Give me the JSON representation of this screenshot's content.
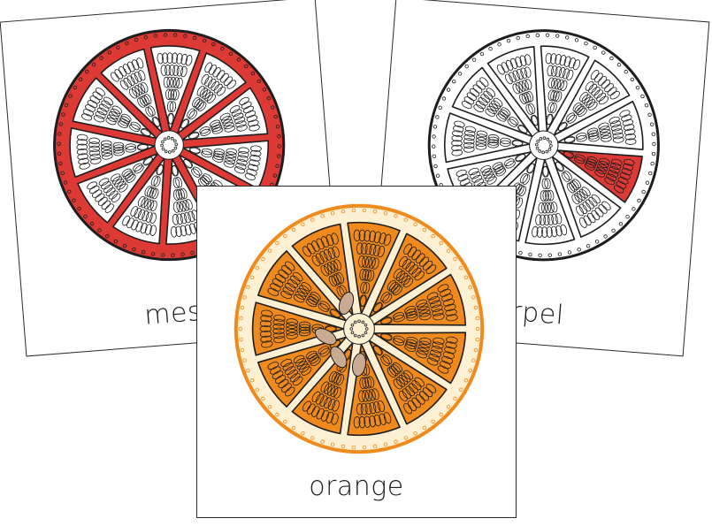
{
  "cards": [
    {
      "id": "left",
      "label": "meso",
      "highlight": "mesocarp"
    },
    {
      "id": "right",
      "label": "urpel",
      "highlight": "carpel"
    },
    {
      "id": "front",
      "label": "orange",
      "highlight": "whole"
    }
  ],
  "colors": {
    "red": "#dd3a35",
    "orange": "#f08a1c",
    "pith": "#fdf0d3",
    "line": "#1e1e1e",
    "seed": "#c9ab94"
  }
}
